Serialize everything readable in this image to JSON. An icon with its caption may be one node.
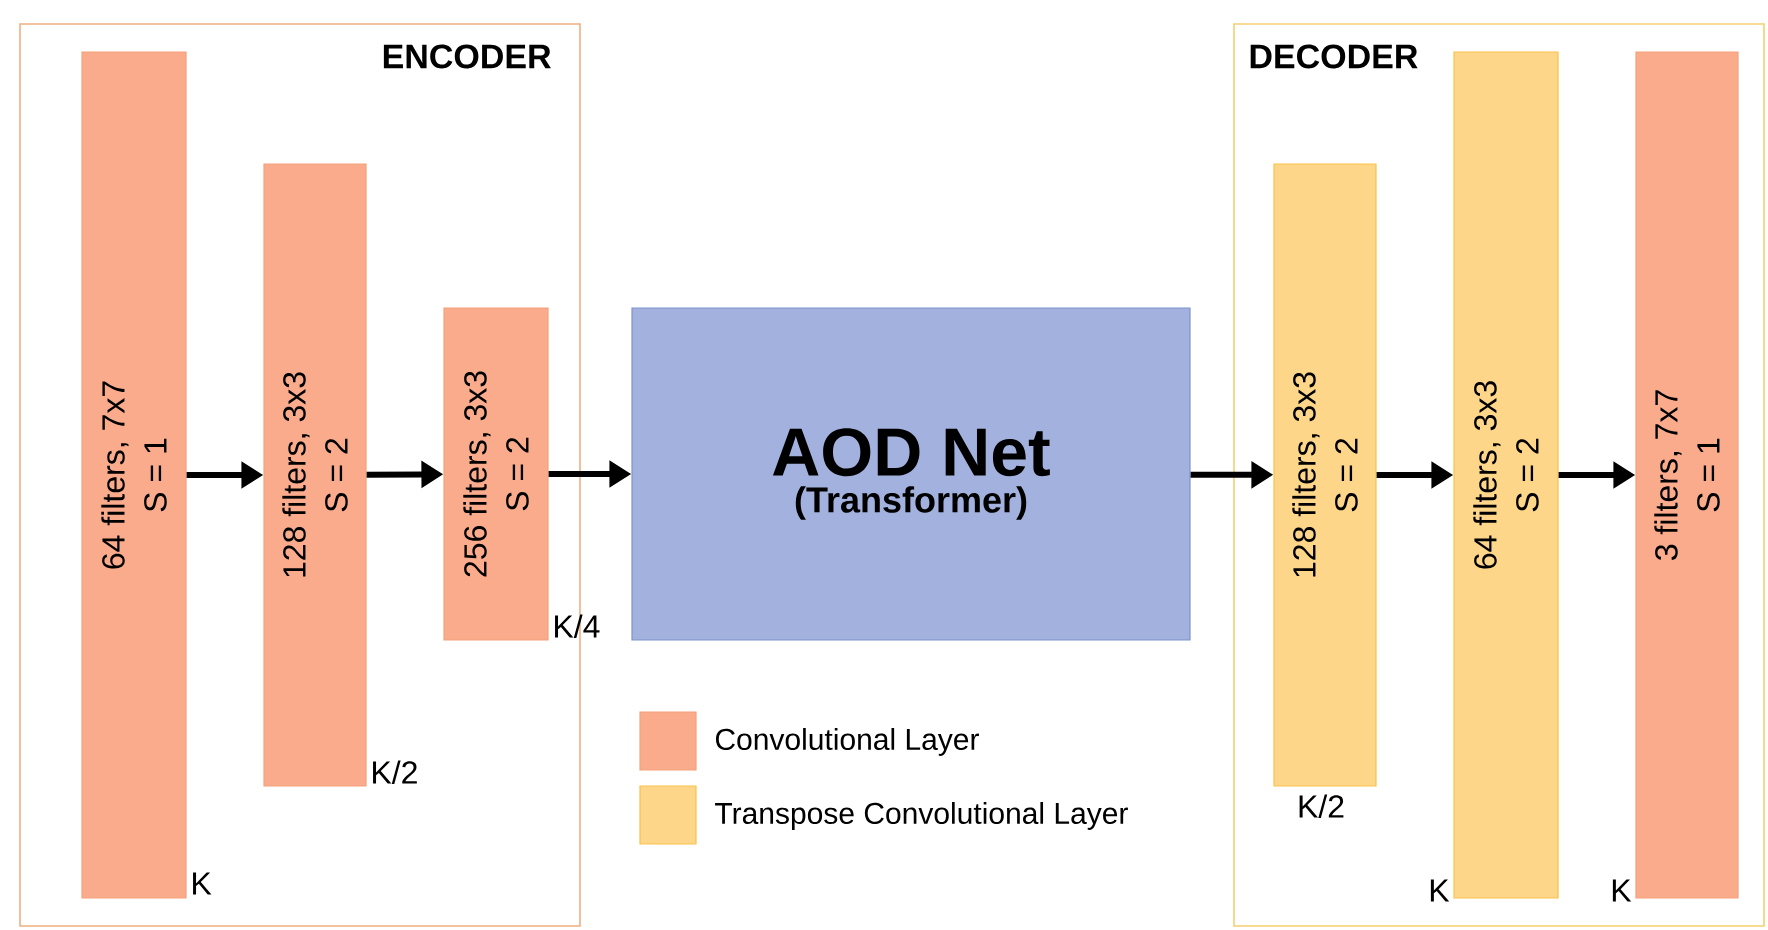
{
  "diagram": {
    "nodes": [
      {
        "text": [
          "ENCODER"
        ]
      },
      {
        "text": [
          "64 filters, 7x7",
          "S = 1"
        ],
        "in": 0,
        "beside": [
          "K"
        ]
      },
      {
        "text": [
          "128 filters, 3x3",
          "S = 2"
        ],
        "in": 0,
        "beside": [
          "K/2"
        ]
      },
      {
        "text": [
          "256 filters, 3x3",
          "S = 2"
        ],
        "in": 0,
        "beside": [
          "K/4"
        ]
      },
      {
        "text": [
          "AOD Net",
          "(Transformer)"
        ]
      },
      {
        "text": [
          "DECODER"
        ]
      },
      {
        "text": [
          "128 filters, 3x3",
          "S = 2"
        ],
        "in": 5,
        "beside": [
          "K/2"
        ]
      },
      {
        "text": [
          "64 filters, 3x3",
          "S = 2"
        ],
        "in": 5,
        "beside": [
          "K"
        ]
      },
      {
        "text": [
          "3 filters, 7x7",
          "S = 1"
        ],
        "in": 5,
        "beside": [
          "K"
        ]
      }
    ],
    "edges": [
      {
        "from": 1,
        "to": 2,
        "arrow": "to"
      },
      {
        "from": 2,
        "to": 3,
        "arrow": "to"
      },
      {
        "from": 3,
        "to": 4,
        "arrow": "to"
      },
      {
        "from": 4,
        "to": 6,
        "arrow": "to"
      },
      {
        "from": 6,
        "to": 7,
        "arrow": "to"
      },
      {
        "from": 7,
        "to": 8,
        "arrow": "to"
      }
    ],
    "legend": [
      {
        "text": "Convolutional Layer",
        "color": "#f9ab8c"
      },
      {
        "text": "Transpose Convolutional Layer",
        "color": "#fdd68a"
      }
    ]
  }
}
